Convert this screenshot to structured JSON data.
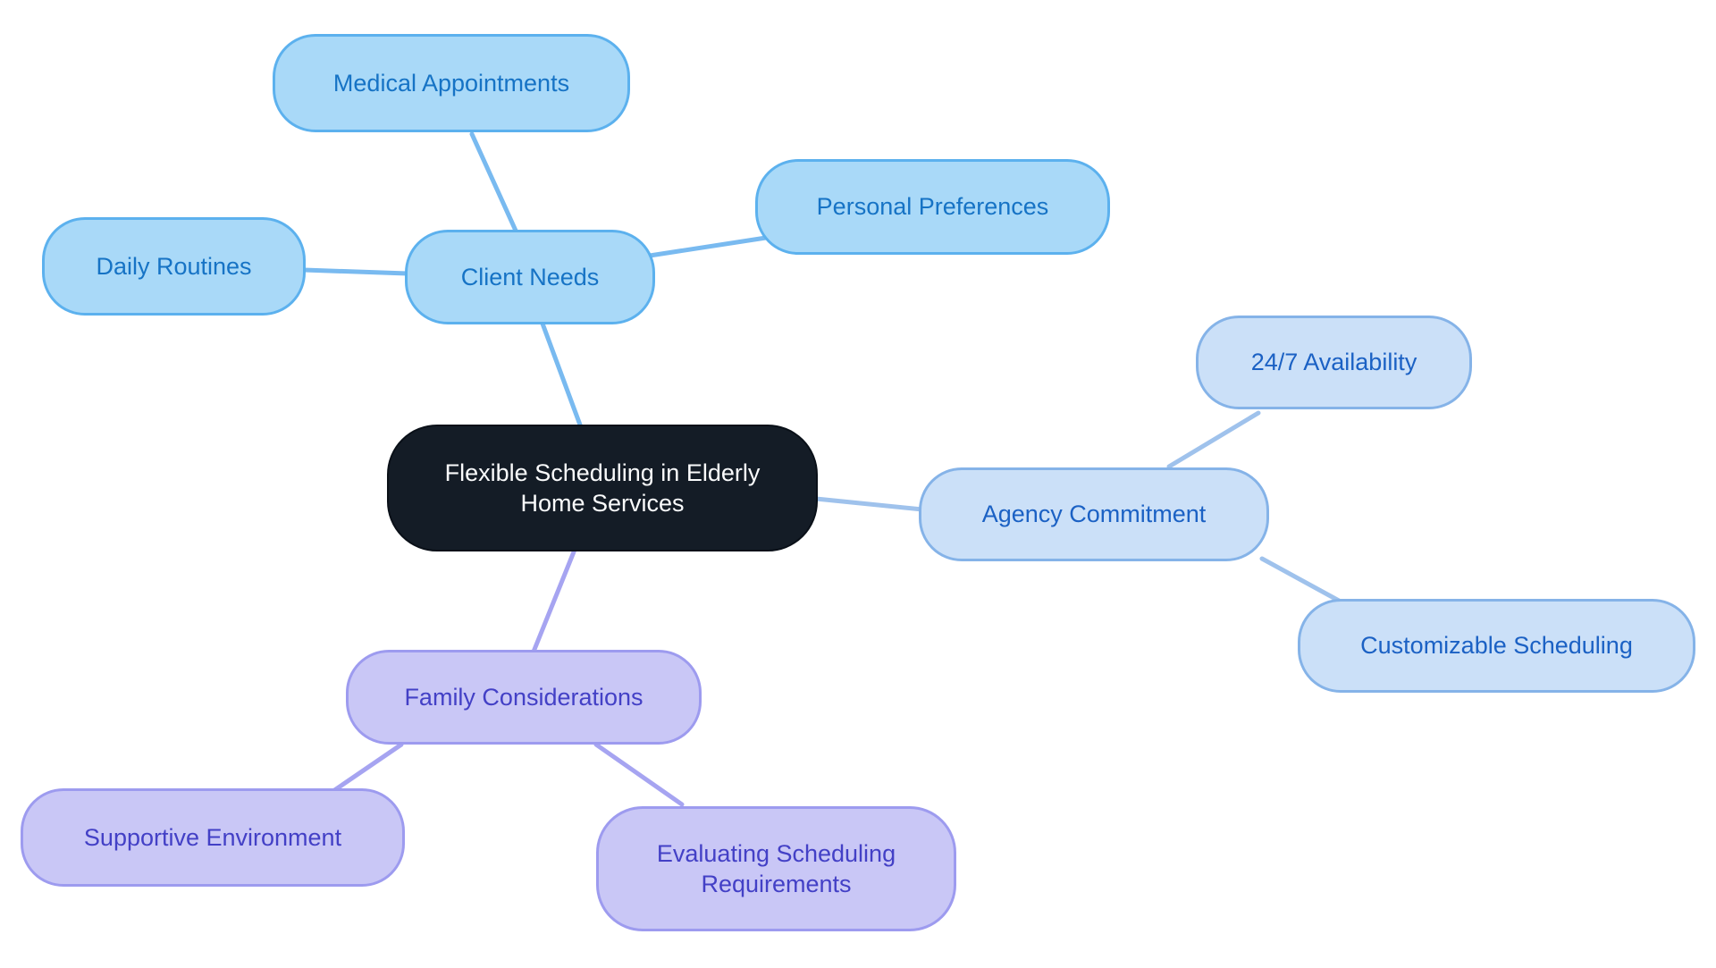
{
  "diagram": {
    "type": "mindmap",
    "background_color": "#ffffff",
    "root": {
      "id": "central",
      "label": "Flexible Scheduling in Elderly Home Services",
      "fill": "#141c26",
      "text_color": "#fafbfc"
    },
    "branches": [
      {
        "id": "client-needs",
        "label": "Client Needs",
        "fill": "#a9d9f8",
        "border_color": "#5cb1ee",
        "text_color": "#1673c5",
        "edge_color": "#79baf0",
        "children": [
          {
            "id": "medical-appointments",
            "label": "Medical Appointments"
          },
          {
            "id": "daily-routines",
            "label": "Daily Routines"
          },
          {
            "id": "personal-preferences",
            "label": "Personal Preferences"
          }
        ]
      },
      {
        "id": "agency-commitment",
        "label": "Agency Commitment",
        "fill": "#cbe0f8",
        "border_color": "#85b3e8",
        "text_color": "#1b61c4",
        "edge_color": "#9fc2ec",
        "children": [
          {
            "id": "availability-24-7",
            "label": "24/7 Availability"
          },
          {
            "id": "customizable-scheduling",
            "label": "Customizable Scheduling"
          }
        ]
      },
      {
        "id": "family-considerations",
        "label": "Family Considerations",
        "fill": "#c9c7f6",
        "border_color": "#9d9bef",
        "text_color": "#4340c6",
        "edge_color": "#a6a4f1",
        "children": [
          {
            "id": "supportive-environment",
            "label": "Supportive Environment"
          },
          {
            "id": "evaluating-scheduling-requirements",
            "label": "Evaluating Scheduling Requirements"
          }
        ]
      }
    ]
  }
}
